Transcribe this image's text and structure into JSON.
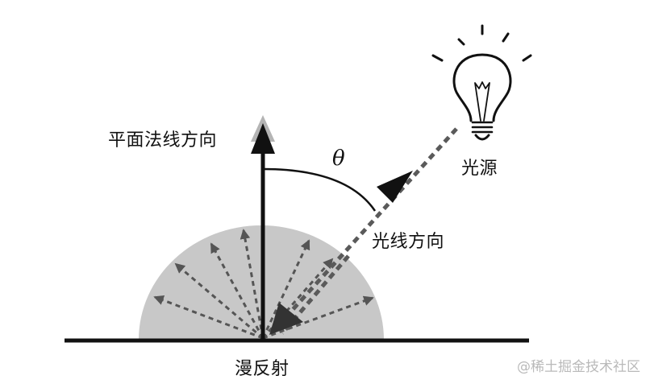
{
  "labels": {
    "normal_direction": "平面法线方向",
    "light_source": "光源",
    "light_direction": "光线方向",
    "angle": "θ",
    "diffuse_reflection": "漫反射"
  },
  "watermark": "@稀土掘金技术社区",
  "colors": {
    "ink": "#111111",
    "hemisphere_fill": "#c8c8c8",
    "dashed_arrows": "#555555",
    "light_dash": "#5a5a5a",
    "watermark": "#b9b9b9"
  },
  "icons": {
    "light_source": "lightbulb-icon"
  }
}
